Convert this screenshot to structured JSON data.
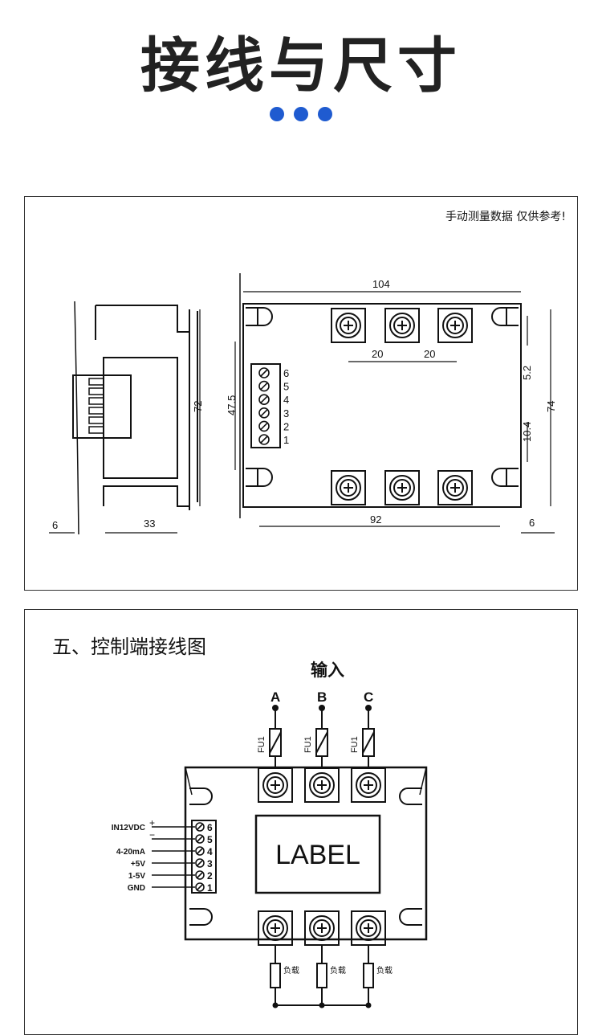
{
  "header": {
    "title": "接线与尺寸",
    "accent_color": "#1f5bd0",
    "dot_count": 3
  },
  "dimension_panel": {
    "note": "手动测量数据 仅供参考!",
    "dimensions": {
      "width_total": "104",
      "pitch_1": "20",
      "pitch_2": "20",
      "side_height": "72",
      "terminal_span": "47.5",
      "height_total": "74",
      "slot_width": "5.2",
      "slot_offset": "10.4",
      "hole_span": "92",
      "side_depth": "33",
      "left_margin": "6",
      "right_margin": "6"
    },
    "terminal_numbers": [
      "6",
      "5",
      "4",
      "3",
      "2",
      "1"
    ]
  },
  "wiring_panel": {
    "section_title": "五、控制端接线图",
    "input_label": "输入",
    "phases": [
      "A",
      "B",
      "C"
    ],
    "fuse_label": "FU1",
    "module_label": "LABEL",
    "load_label": "负载",
    "control_pins": [
      {
        "num": "6",
        "label": "IN12VDC",
        "sign": "+"
      },
      {
        "num": "5",
        "label": "",
        "sign": "−"
      },
      {
        "num": "4",
        "label": "4-20mA",
        "sign": ""
      },
      {
        "num": "3",
        "label": "+5V",
        "sign": ""
      },
      {
        "num": "2",
        "label": "1-5V",
        "sign": ""
      },
      {
        "num": "1",
        "label": "GND",
        "sign": ""
      }
    ]
  }
}
